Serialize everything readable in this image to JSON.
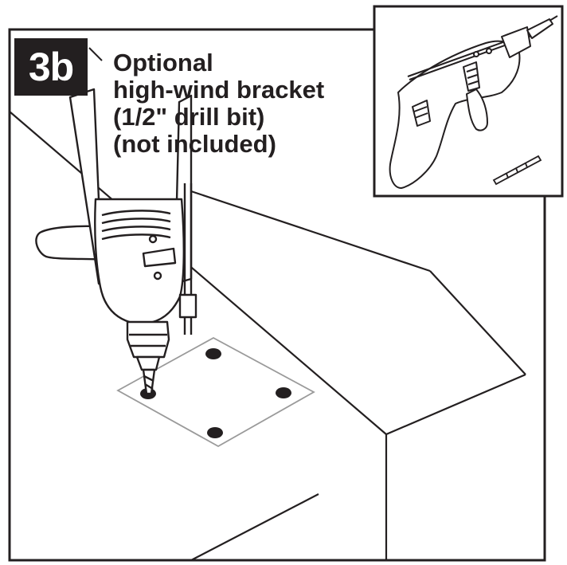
{
  "step": {
    "number": "3b"
  },
  "caption": {
    "lines": [
      "Optional",
      "high-wind bracket",
      "(1/2\" drill bit)",
      "(not included)"
    ]
  },
  "colors": {
    "ink": "#231f20",
    "paper": "#ffffff",
    "template_outline": "#9a9a9a"
  },
  "icons": {
    "main_tool": "power-drill-icon",
    "inset_tool": "power-drill-icon",
    "inset_part": "drill-bit-icon"
  },
  "template": {
    "hole_count": 4
  }
}
